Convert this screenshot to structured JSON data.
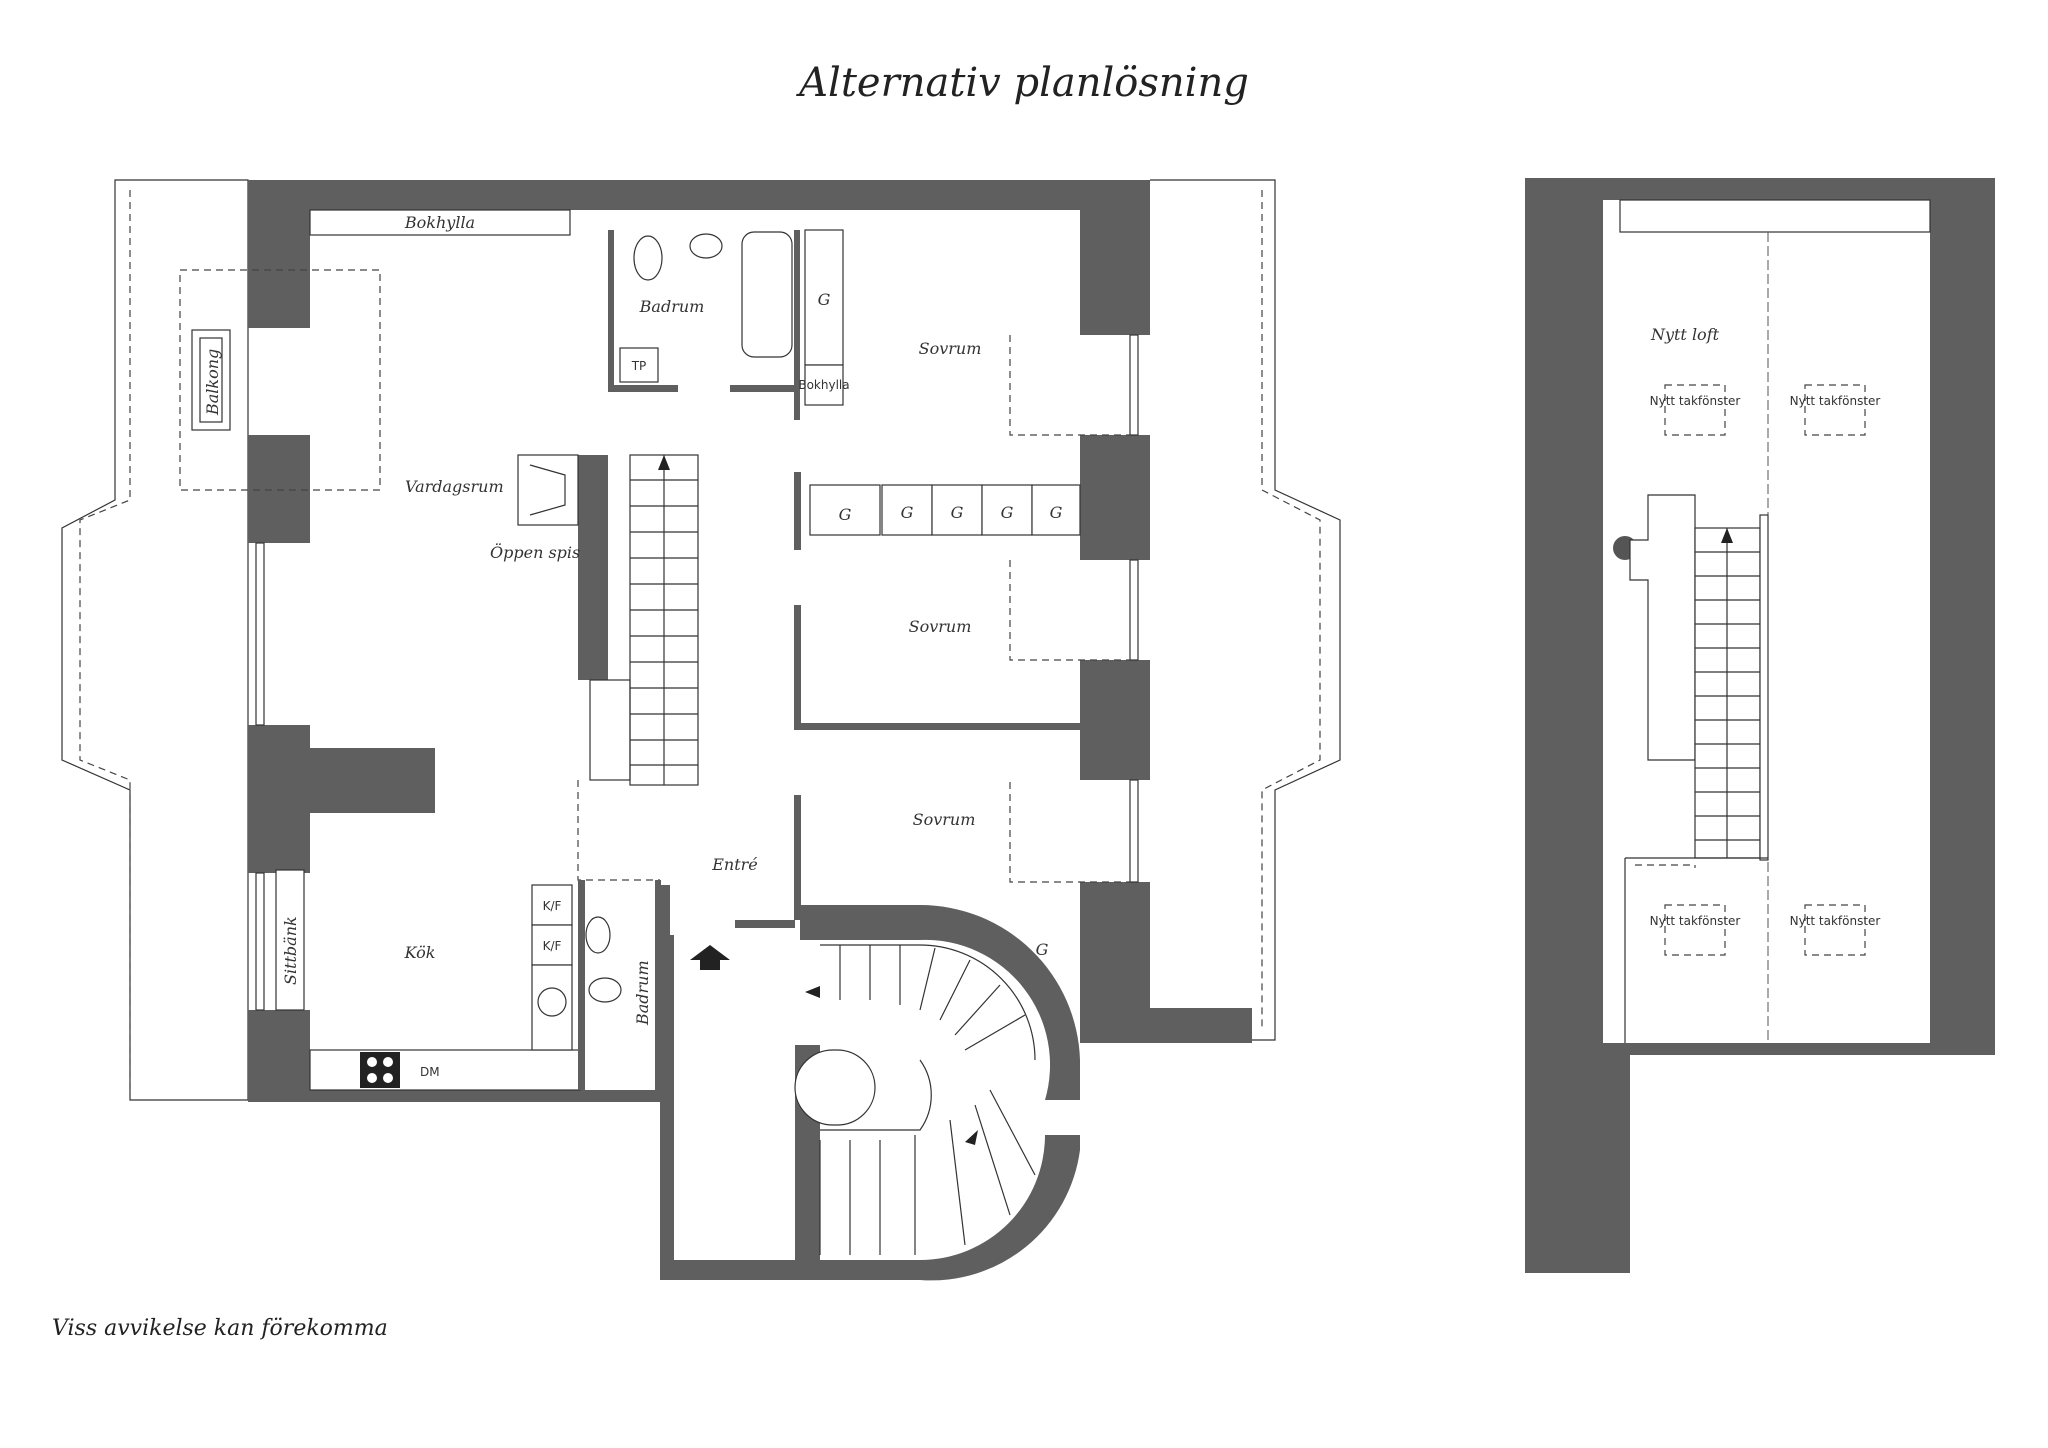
{
  "title": "Alternativ planlösning",
  "footer_note": "Viss avvikelse kan förekomma",
  "main_floor": {
    "rooms": {
      "bokhylla_top": "Bokhylla",
      "balkong": "Balkong",
      "vardagsrum": "Vardagsrum",
      "oppen_spis": "Öppen spis",
      "badrum_upper": "Badrum",
      "tp": "TP",
      "g_bath": "G",
      "bokhylla_small": "Bokhylla",
      "sovrum_1": "Sovrum",
      "sovrum_2": "Sovrum",
      "sovrum_3": "Sovrum",
      "entre": "Entré",
      "kok": "Kök",
      "sittbank": "Sittbänk",
      "kf_1": "K/F",
      "kf_2": "K/F",
      "badrum_lower": "Badrum",
      "dm": "DM",
      "g_closet_1": "G",
      "g_closet_2": "G",
      "g_closet_3": "G",
      "g_closet_4": "G",
      "g_closet_5": "G",
      "g_stair": "G"
    }
  },
  "loft": {
    "label": "Nytt loft",
    "skylights": [
      "Nytt takfönster",
      "Nytt takfönster",
      "Nytt takfönster",
      "Nytt takfönster"
    ]
  },
  "colors": {
    "wall": "#5f5f5f",
    "line": "#333333"
  }
}
